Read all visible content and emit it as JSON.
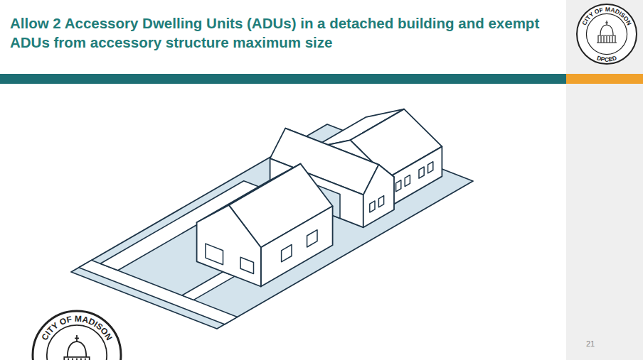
{
  "diagram": {
    "title": "Allow 2 Accessory Dwelling Units (ADUs) in a detached building and exempt ADUs from accessory structure maximum size",
    "labels": [
      "CITY OF MADISON",
      "DPCED",
      "21",
      "CITY OF MADISON"
    ]
  }
}
